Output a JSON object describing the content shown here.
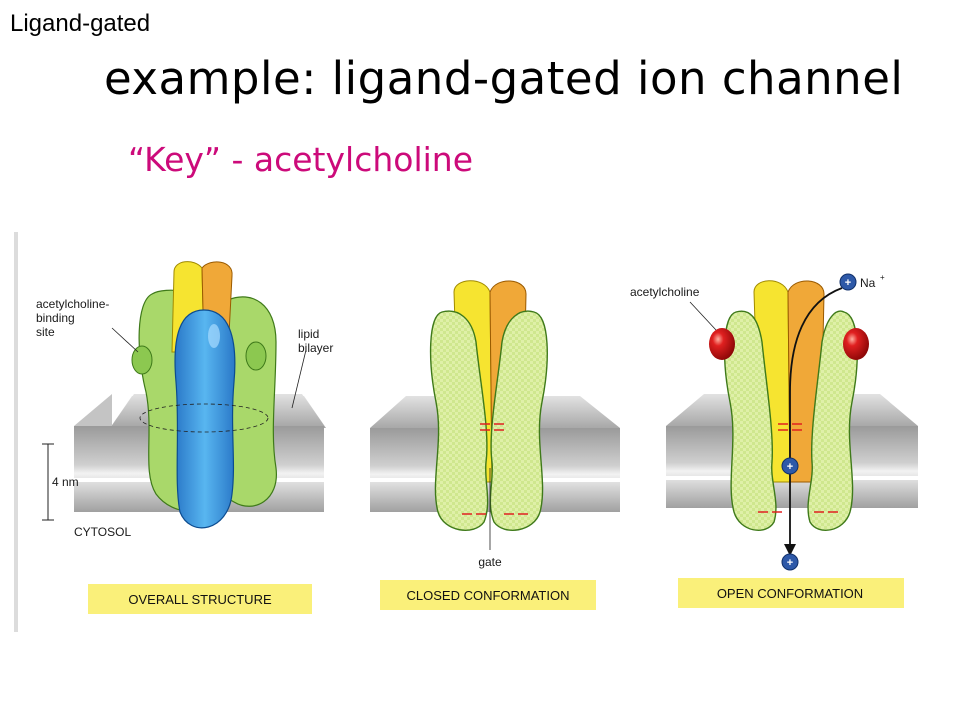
{
  "corner_label": "Ligand-gated",
  "title": "example: ligand-gated ion channel",
  "subtitle": "“Key” - acetylcholine",
  "figure": {
    "panels": {
      "overall": {
        "caption": "OVERALL STRUCTURE",
        "labels": {
          "binding_site": [
            "acetylcholine-",
            "binding",
            "site"
          ],
          "lipid_bilayer": [
            "lipid",
            "bilayer"
          ],
          "thickness": "4 nm",
          "cytosol": "CYTOSOL"
        }
      },
      "closed": {
        "caption": "CLOSED CONFORMATION",
        "labels": {
          "gate": "gate"
        }
      },
      "open": {
        "caption": "OPEN CONFORMATION",
        "labels": {
          "acetylcholine": "acetylcholine",
          "ion": "Na",
          "ion_charge": "+",
          "plus_sign": "+"
        }
      }
    }
  },
  "colors": {
    "yellow_subunit": "#f6e430",
    "orange_subunit": "#f0a838",
    "green_subunit": "#a9d86a",
    "green_light": "#dff0a8",
    "blue_subunit": "#3f9fe0",
    "membrane": "#b8b8b8",
    "acetylcholine": "#d81818",
    "ion": "#2e59a8",
    "caption_bg": "#faf07a",
    "subtitle": "#cc0a7a"
  },
  "icons": {
    "acetylcholine": "red-sphere",
    "ion": "blue-plus-circle"
  }
}
